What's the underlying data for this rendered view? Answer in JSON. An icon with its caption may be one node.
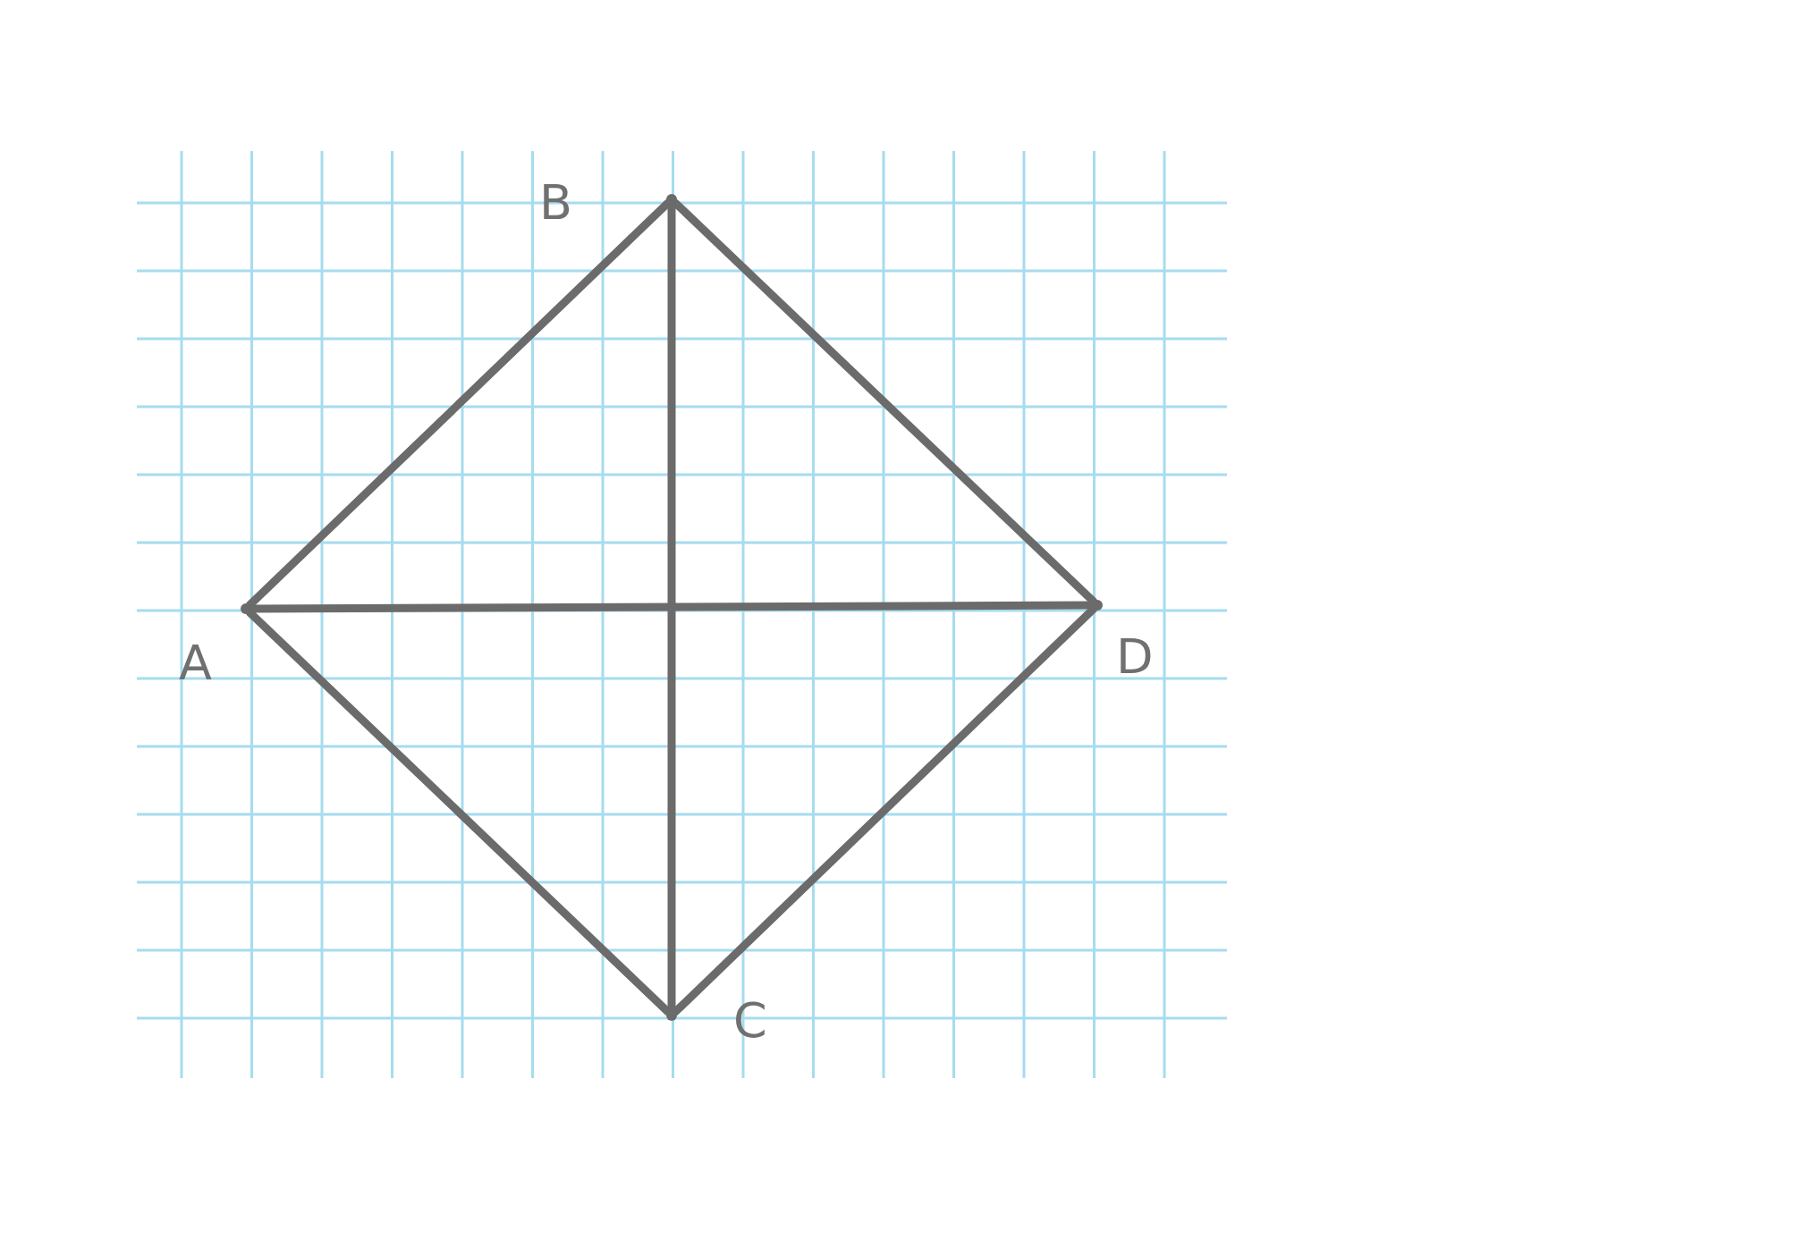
{
  "diagram": {
    "nodes": [
      {
        "text": [],
        "shape": "point",
        "beside": [
          "A"
        ]
      },
      {
        "text": [],
        "shape": "point",
        "beside": [
          "B"
        ]
      },
      {
        "text": [],
        "shape": "point",
        "beside": [
          "D"
        ]
      },
      {
        "text": [],
        "shape": "point",
        "beside": [
          "C"
        ]
      }
    ],
    "edges": [
      {
        "from": 0,
        "to": 1,
        "arrow": "none"
      },
      {
        "from": 1,
        "to": 2,
        "arrow": "none"
      },
      {
        "from": 2,
        "to": 3,
        "arrow": "none"
      },
      {
        "from": 3,
        "to": 0,
        "arrow": "none"
      },
      {
        "from": 0,
        "to": 2,
        "arrow": "none"
      },
      {
        "from": 1,
        "to": 3,
        "arrow": "none"
      }
    ]
  }
}
